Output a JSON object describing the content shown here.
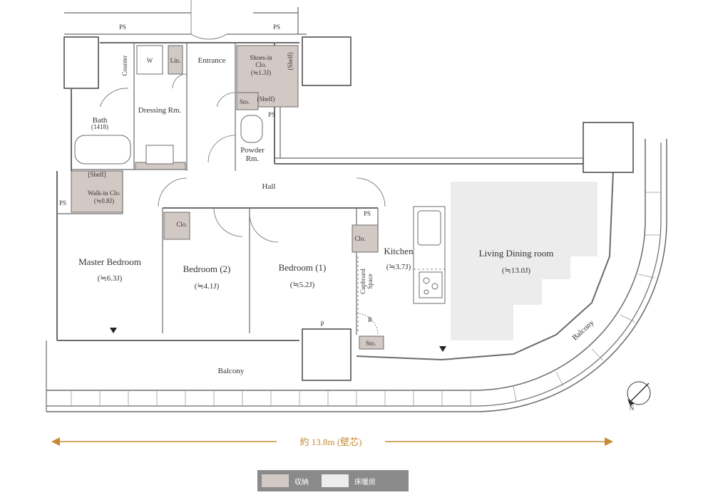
{
  "colors": {
    "storage": "#d3c9c4",
    "floor_heating": "#ececec",
    "wall": "#6b6b6b",
    "accent": "#c58a35"
  },
  "rooms": {
    "ps_top_left": "PS",
    "ps_top_right": "PS",
    "ps_left": "PS",
    "ps_kitchen": "PS",
    "ps_powder": "PS",
    "p_pillar": "P",
    "counter": "Counter",
    "washer": "W",
    "linen": "Lin.",
    "entrance": "Entrance",
    "shoes_in": "Shoes-in",
    "shoes_clo": "Clo.",
    "shoes_size": "(≒1.3J)",
    "shelf1": "(Shelf)",
    "shelf2": "(Shelf)",
    "storage1": "Sto.",
    "storage2": "Sto.",
    "bath": "Bath",
    "bath_size": "(1418)",
    "dressing": "Dressing Rm.",
    "powder": "Powder",
    "powder_rm": "Rm.",
    "walkin_shelf": "[Shelf]",
    "walkin": "Walk-in Clo.",
    "walkin_size": "(≒0.8J)",
    "hall": "Hall",
    "clo1": "Clo.",
    "clo2": "Clo.",
    "master": "Master Bedroom",
    "master_size": "(≒6.3J)",
    "bed2": "Bedroom (2)",
    "bed2_size": "(≒4.1J)",
    "bed1": "Bedroom (1)",
    "bed1_size": "(≒5.2J)",
    "kitchen": "Kitchen",
    "kitchen_size": "(≒3.7J)",
    "cupboard1": "Cupboard",
    "cupboard2": "Space",
    "fridge": "R",
    "living": "Living Dining room",
    "living_size": "(≒13.0J)",
    "balcony_bottom": "Balcony",
    "balcony_right": "Balcony"
  },
  "compass": "N",
  "dimension": "約 13.8m (壁芯)",
  "legend": {
    "storage": "収納",
    "floor_heating": "床暖房"
  }
}
